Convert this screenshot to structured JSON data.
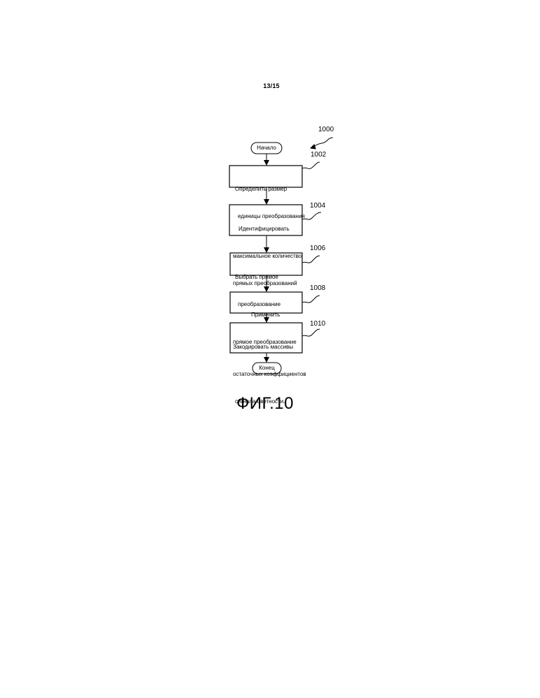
{
  "page_number": "13/15",
  "diagram": {
    "ref": "1000",
    "start_label": "Начало",
    "end_label": "Конец",
    "steps": [
      {
        "ref": "1002",
        "lines": [
          "Определить размер",
          "единицы преобразования"
        ]
      },
      {
        "ref": "1004",
        "lines": [
          "Идентифицировать",
          "максимальное количество",
          "прямых преобразований"
        ]
      },
      {
        "ref": "1006",
        "lines": [
          "Выбрать прямое",
          "преобразование"
        ]
      },
      {
        "ref": "1008",
        "lines": [
          "Применить",
          "прямое преобразование"
        ]
      },
      {
        "ref": "1010",
        "lines": [
          "Закодировать массивы",
          "остаточных коэффициентов",
          "сигнала цветности."
        ]
      }
    ]
  },
  "figure_caption": "ФИГ.10"
}
